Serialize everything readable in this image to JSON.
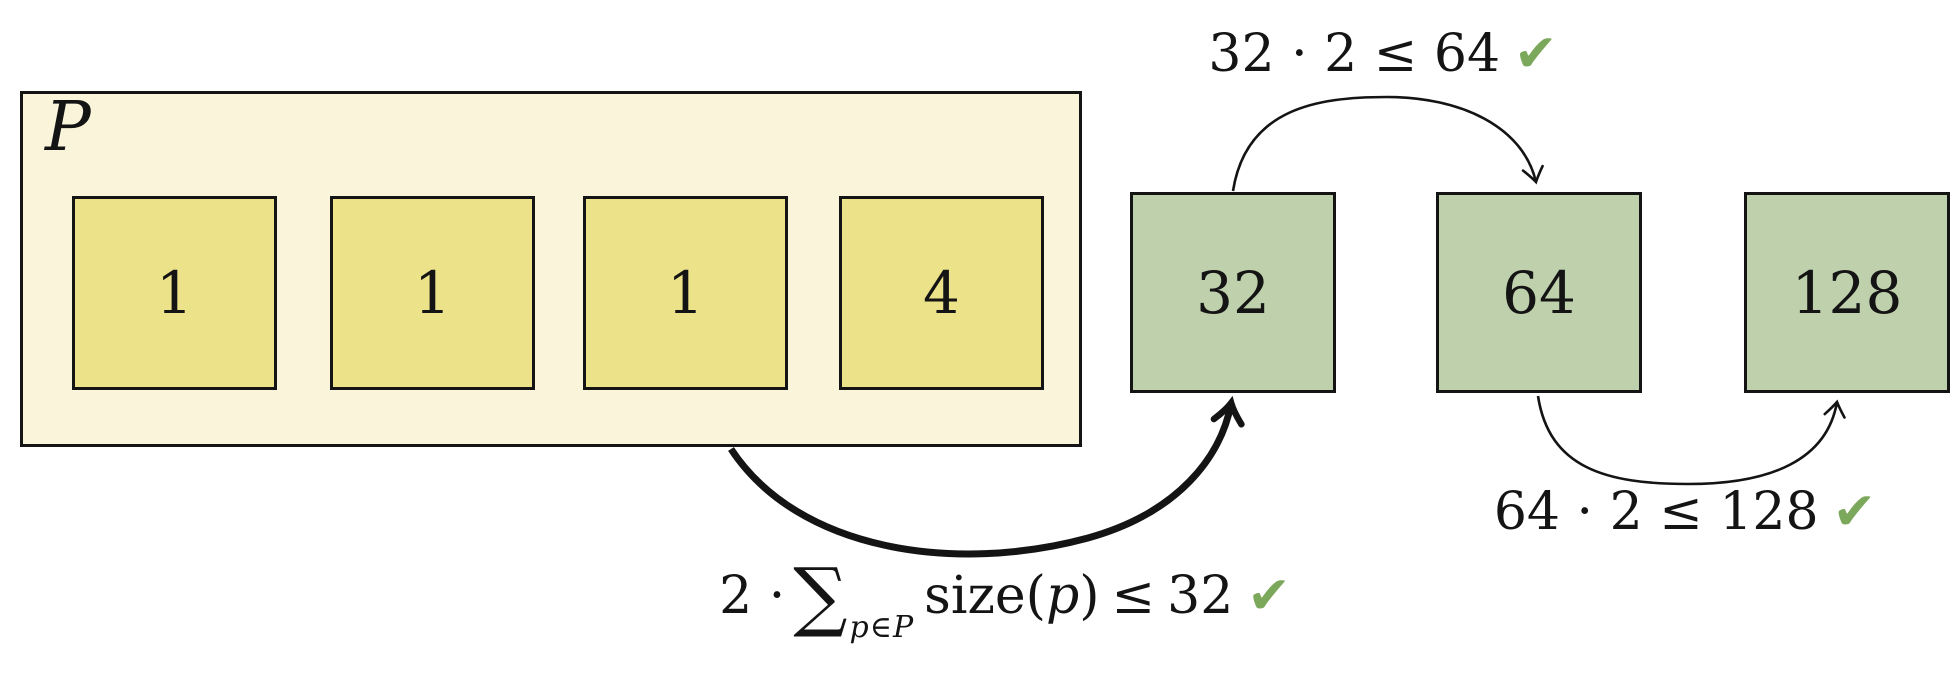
{
  "pool": {
    "label": "P",
    "items": [
      "1",
      "1",
      "1",
      "4"
    ]
  },
  "levels": [
    "32",
    "64",
    "128"
  ],
  "annotations": {
    "top": {
      "text": "32 · 2 ≤ 64",
      "check": "✔"
    },
    "bottom_right": {
      "text": "64 · 2 ≤ 128",
      "check": "✔"
    },
    "formula": {
      "lead": "2 ·",
      "sum": "∑",
      "sub_var": "p",
      "sub_rel": "∈",
      "sub_set": "P",
      "fn": "size(",
      "arg": "p",
      "close": ")",
      "rel": "≤",
      "bound": "32",
      "check": "✔"
    }
  },
  "colors": {
    "pool_fill": "#FAF4DB",
    "item_fill": "#ECE289",
    "level_fill": "#BFD1AC",
    "border": "#141414",
    "check_green": "#7CA85C",
    "background": "#FFFFFF"
  }
}
